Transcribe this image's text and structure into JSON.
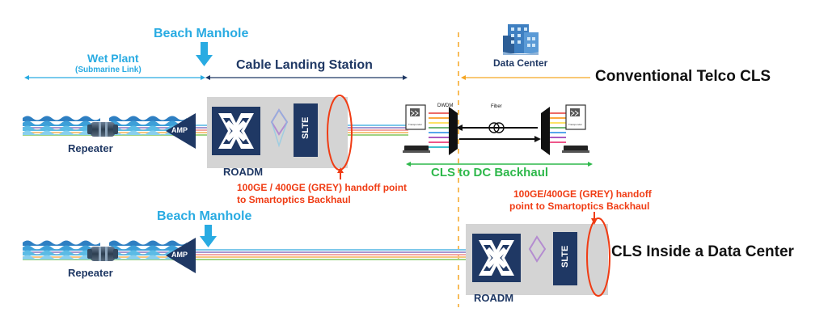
{
  "labels": {
    "beach_manhole_top": "Beach Manhole",
    "beach_manhole_bottom": "Beach Manhole",
    "wet_plant": "Wet Plant",
    "submarine_link": "(Submarine Link)",
    "cable_landing_station": "Cable Landing Station",
    "data_center": "Data Center",
    "conventional_telco_cls": "Conventional Telco CLS",
    "cls_inside_dc": "CLS Inside a Data Center",
    "repeater_top": "Repeater",
    "repeater_bottom": "Repeater",
    "roadm_top": "ROADM",
    "roadm_bottom": "ROADM",
    "amp_top": "AMP",
    "amp_bottom": "AMP",
    "slte_top": "SLTE",
    "slte_bottom": "SLTE",
    "dwdm": "DWDM",
    "fiber": "Fiber",
    "backhaul": "CLS to DC Backhaul",
    "handoff_top_line1": "100GE / 400GE (GREY) handoff point",
    "handoff_top_line2": "to Smartoptics Backhaul",
    "handoff_bottom_line1": "100GE/400GE (GREY) handoff",
    "handoff_bottom_line2": "point to Smartoptics Backhaul",
    "transponder_left": "Transponder",
    "transponder_right": "Transponder"
  },
  "colors": {
    "cyan": "#29abe2",
    "navy": "#1f3864",
    "red": "#f03c14",
    "green": "#2eb84b",
    "orange_dash": "#f5a623",
    "amp": "#1f3864",
    "roadm_bg": "#d9d9d9"
  }
}
